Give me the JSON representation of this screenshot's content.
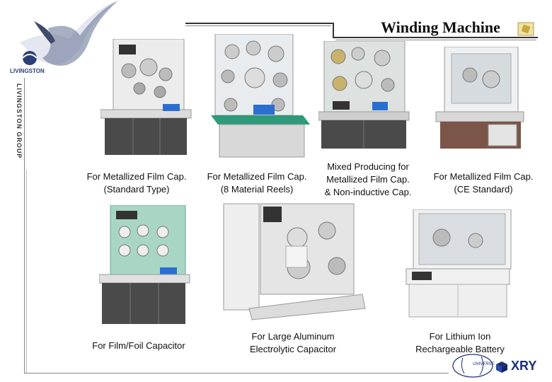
{
  "header": {
    "title": "Winding Machine"
  },
  "sidebar": {
    "vertical_text": "LIVINGSTON GROUP",
    "logo_text": "LIVINGSTON"
  },
  "machines": [
    {
      "caption": [
        "For Metallized Film Cap.",
        "(Standard Type)"
      ]
    },
    {
      "caption": [
        "For Metallized Film Cap.",
        "(8 Material Reels)"
      ]
    },
    {
      "caption": [
        "Mixed Producing for",
        "Metallized Film Cap.",
        "& Non-inductive Cap."
      ]
    },
    {
      "caption": [
        "For Metallized Film Cap.",
        "(CE Standard)"
      ]
    },
    {
      "caption": [
        "For Film/Foil Capacitor"
      ]
    },
    {
      "caption": [
        "For Large Aluminum",
        "Electrolytic Capacitor"
      ]
    },
    {
      "caption": [
        "For Lithium Ion",
        "Rechargeable Battery"
      ]
    }
  ],
  "footer": {
    "brand": "XRY",
    "sub_brand": "UNIVERSE"
  },
  "colors": {
    "accent": "#2b3f7a",
    "machine_body": "#e8e8e8",
    "cabinet": "#4a4a4a"
  }
}
